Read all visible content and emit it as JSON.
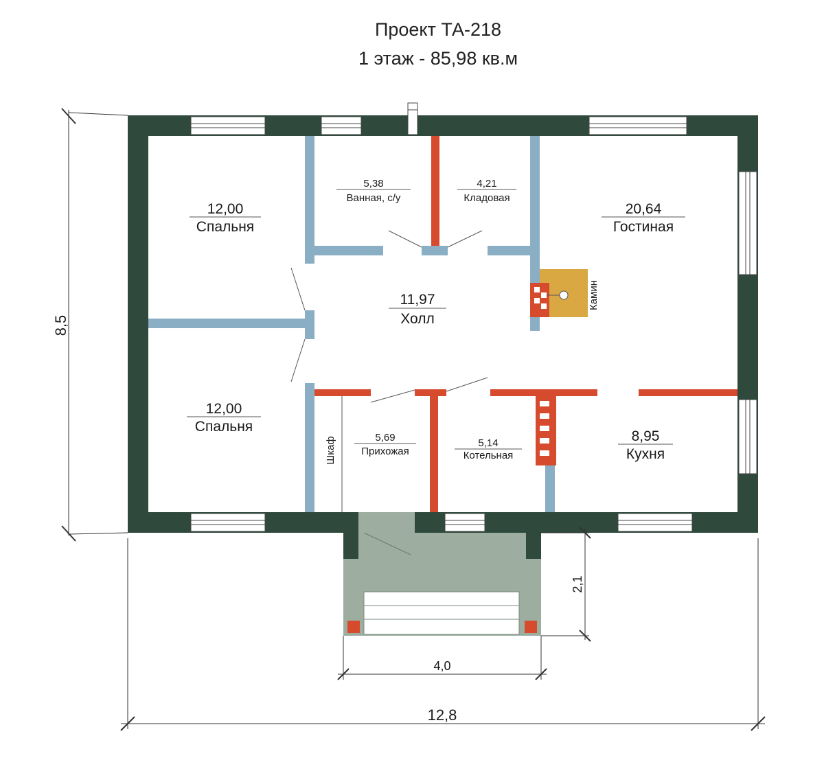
{
  "title": {
    "line1": "Проект ТА-218",
    "line2": "1 этаж - 85,98 кв.м"
  },
  "rooms": [
    {
      "id": "bedroom-top",
      "area": "12,00",
      "name": "Спальня"
    },
    {
      "id": "bathroom",
      "area": "5,38",
      "name": "Ванная, с/у"
    },
    {
      "id": "storage",
      "area": "4,21",
      "name": "Кладовая"
    },
    {
      "id": "living",
      "area": "20,64",
      "name": "Гостиная"
    },
    {
      "id": "hall",
      "area": "11,97",
      "name": "Холл"
    },
    {
      "id": "bedroom-bottom",
      "area": "12,00",
      "name": "Спальня"
    },
    {
      "id": "entrance",
      "area": "5,69",
      "name": "Прихожая"
    },
    {
      "id": "boiler",
      "area": "5,14",
      "name": "Котельная"
    },
    {
      "id": "kitchen",
      "area": "8,95",
      "name": "Кухня"
    }
  ],
  "labels": {
    "wardrobe": "Шкаф",
    "fireplace": "Камин"
  },
  "dimensions": {
    "width": "12,8",
    "height": "8,5",
    "porch_width": "4,0",
    "porch_depth": "2,1"
  },
  "colors": {
    "outer_wall": "#2f4a3c",
    "partition": "#8aaec4",
    "brick": "#d64a2e",
    "fireplace": "#d9a842",
    "porch": "#9daea0"
  }
}
